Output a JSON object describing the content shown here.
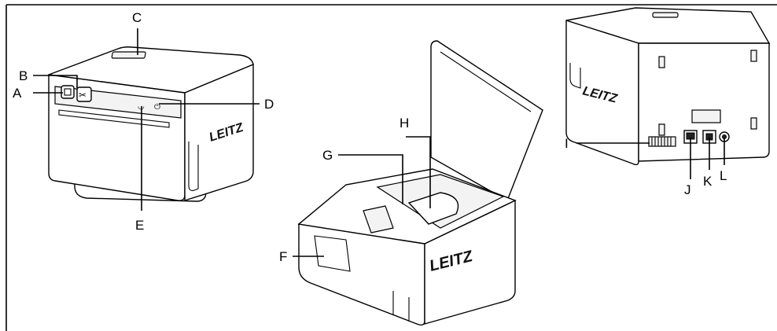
{
  "brand": "LEITZ",
  "callouts": {
    "A": "A",
    "B": "B",
    "C": "C",
    "D": "D",
    "E": "E",
    "F": "F",
    "G": "G",
    "H": "H",
    "I": "I",
    "J": "J",
    "K": "K",
    "L": "L"
  },
  "colors": {
    "line": "#000000",
    "background": "#ffffff",
    "logo": "#111111"
  },
  "icons": {
    "feed_button": "feed-button-icon",
    "cut_button": "scissors-icon",
    "wifi_indicator": "wifi-icon",
    "power_button": "power-icon",
    "usb_port": "usb-port-icon",
    "power_socket": "power-socket-icon",
    "reset_hole": "reset-button-icon"
  }
}
